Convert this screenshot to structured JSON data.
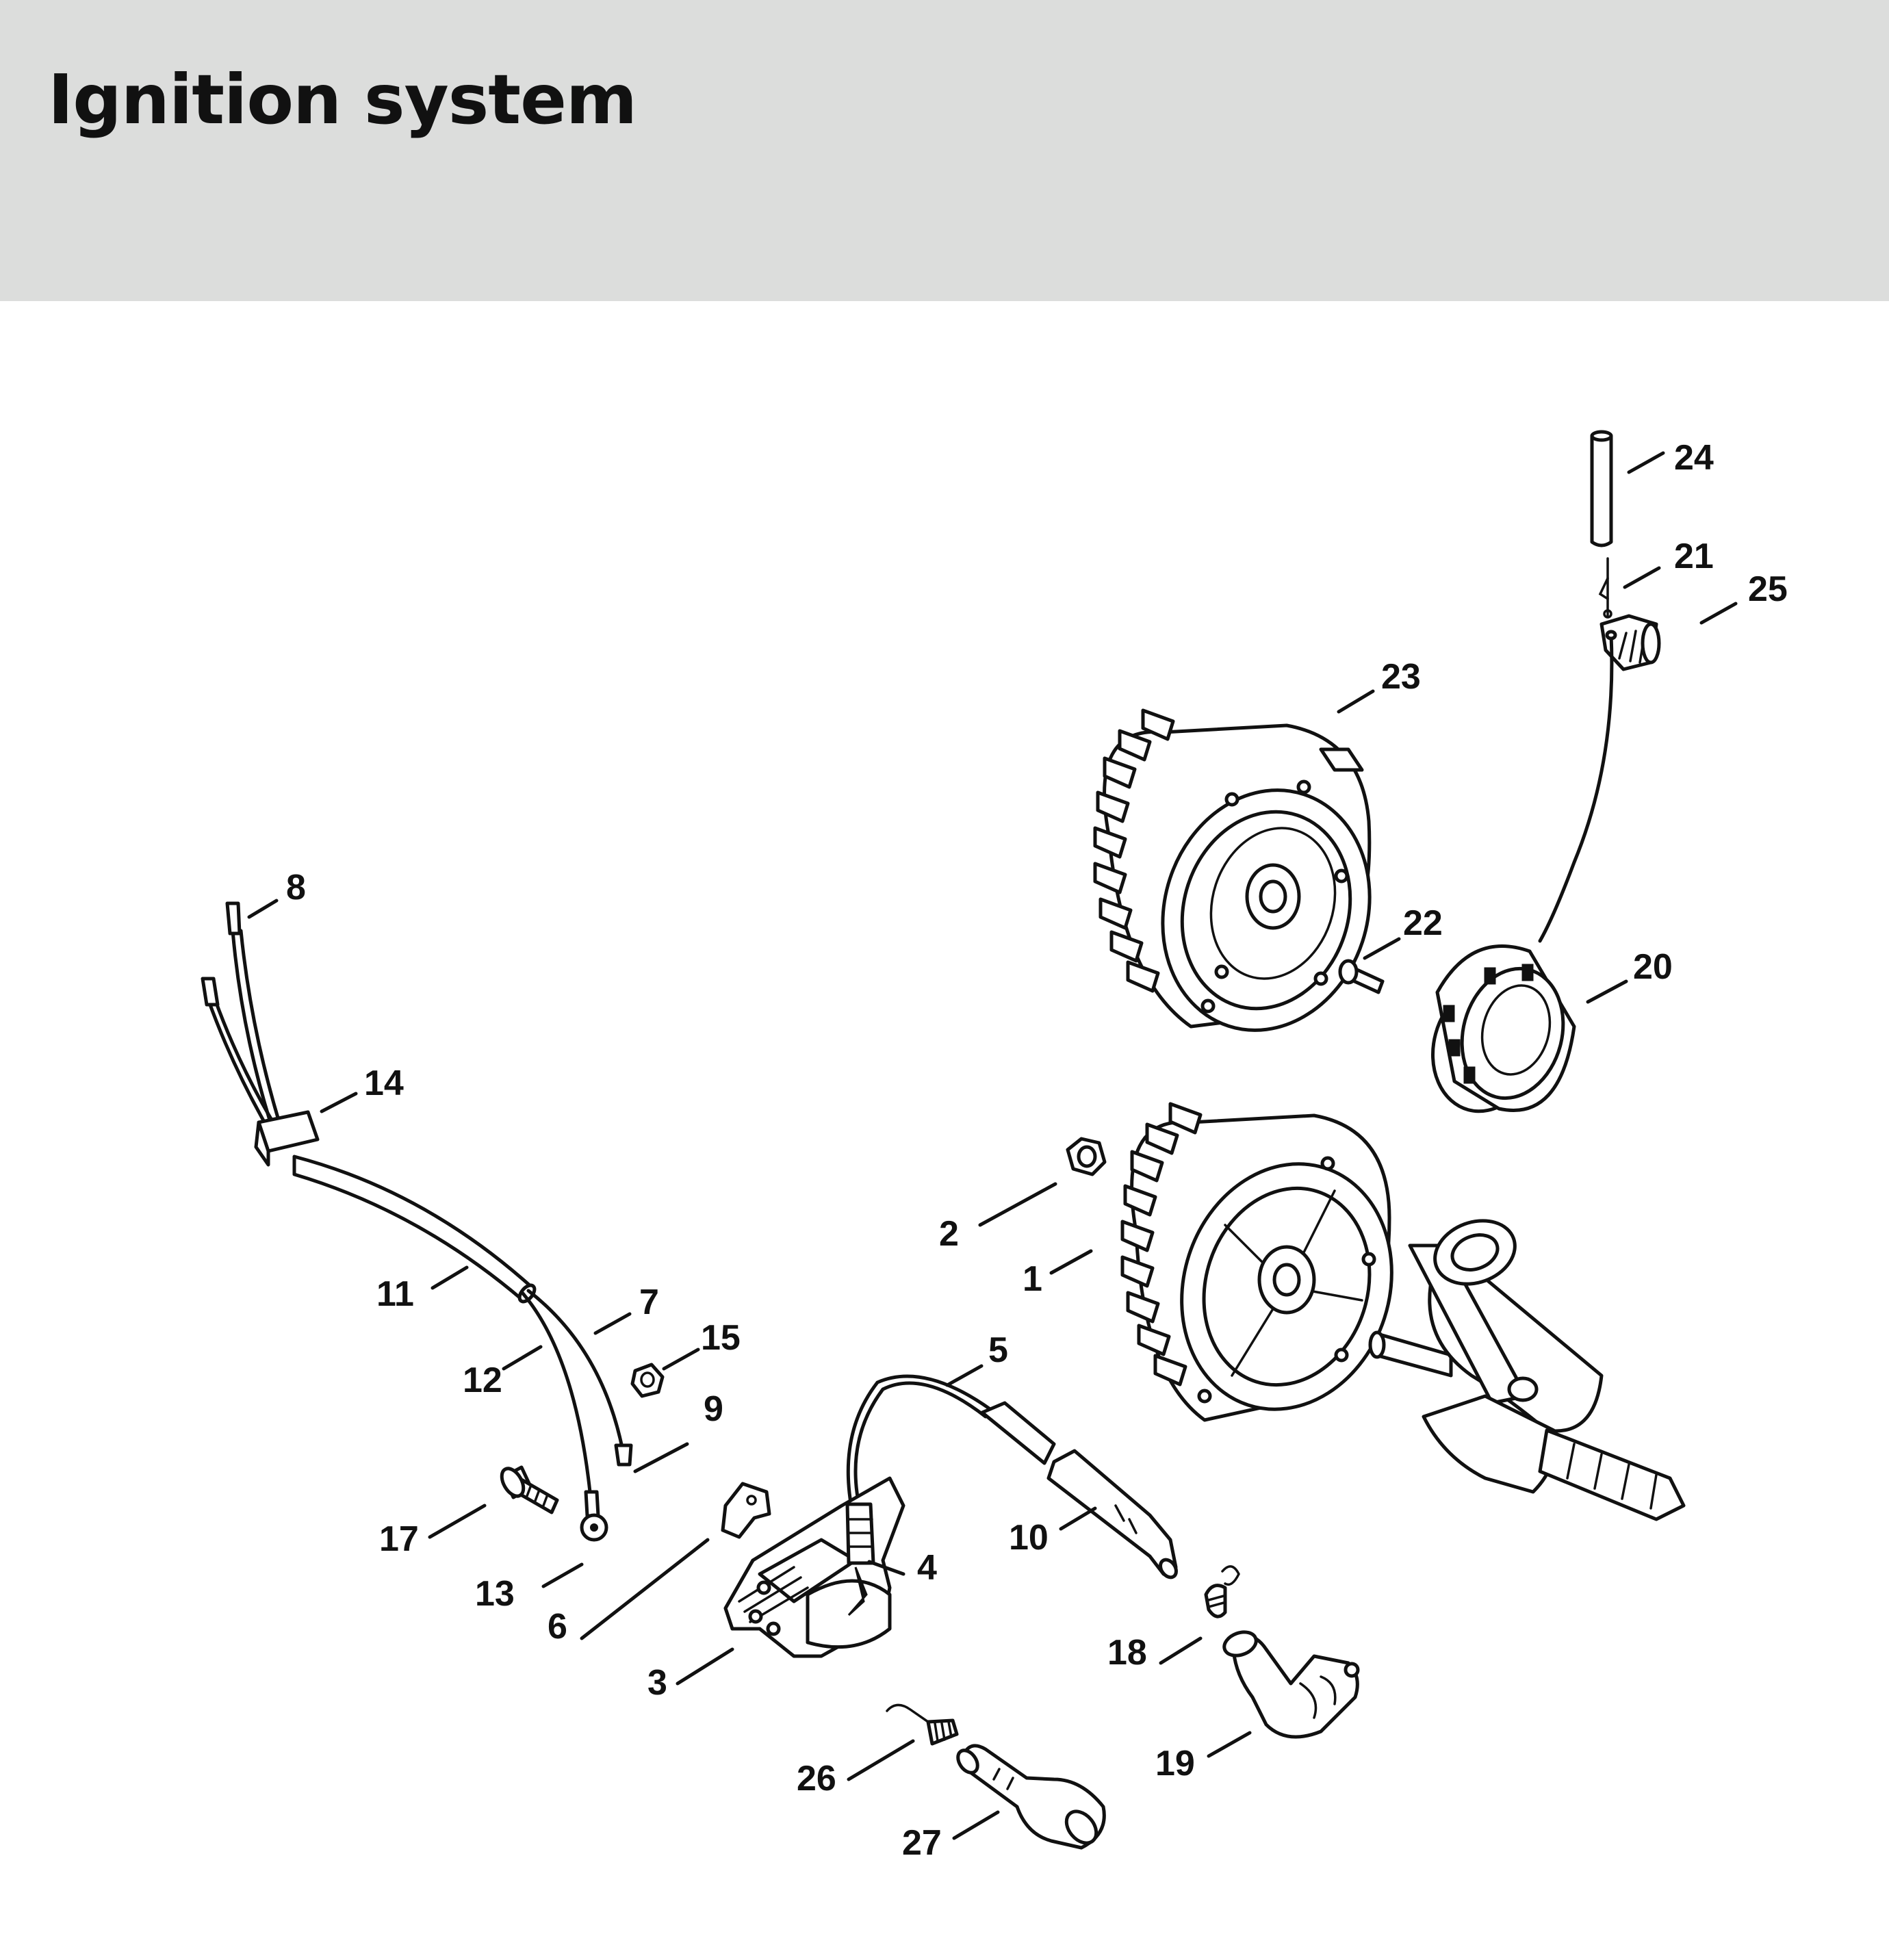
{
  "page": {
    "title": "Ignition system",
    "accent_color": "#dcdddc"
  },
  "callouts": {
    "c1": "1",
    "c2": "2",
    "c3": "3",
    "c4": "4",
    "c5": "5",
    "c6": "6",
    "c7": "7",
    "c8": "8",
    "c9": "9",
    "c10": "10",
    "c11": "11",
    "c12": "12",
    "c13": "13",
    "c14": "14",
    "c15": "15",
    "c17": "17",
    "c18": "18",
    "c19": "19",
    "c20": "20",
    "c21": "21",
    "c22": "22",
    "c23": "23",
    "c24": "24",
    "c25": "25",
    "c26": "26",
    "c27": "27"
  }
}
